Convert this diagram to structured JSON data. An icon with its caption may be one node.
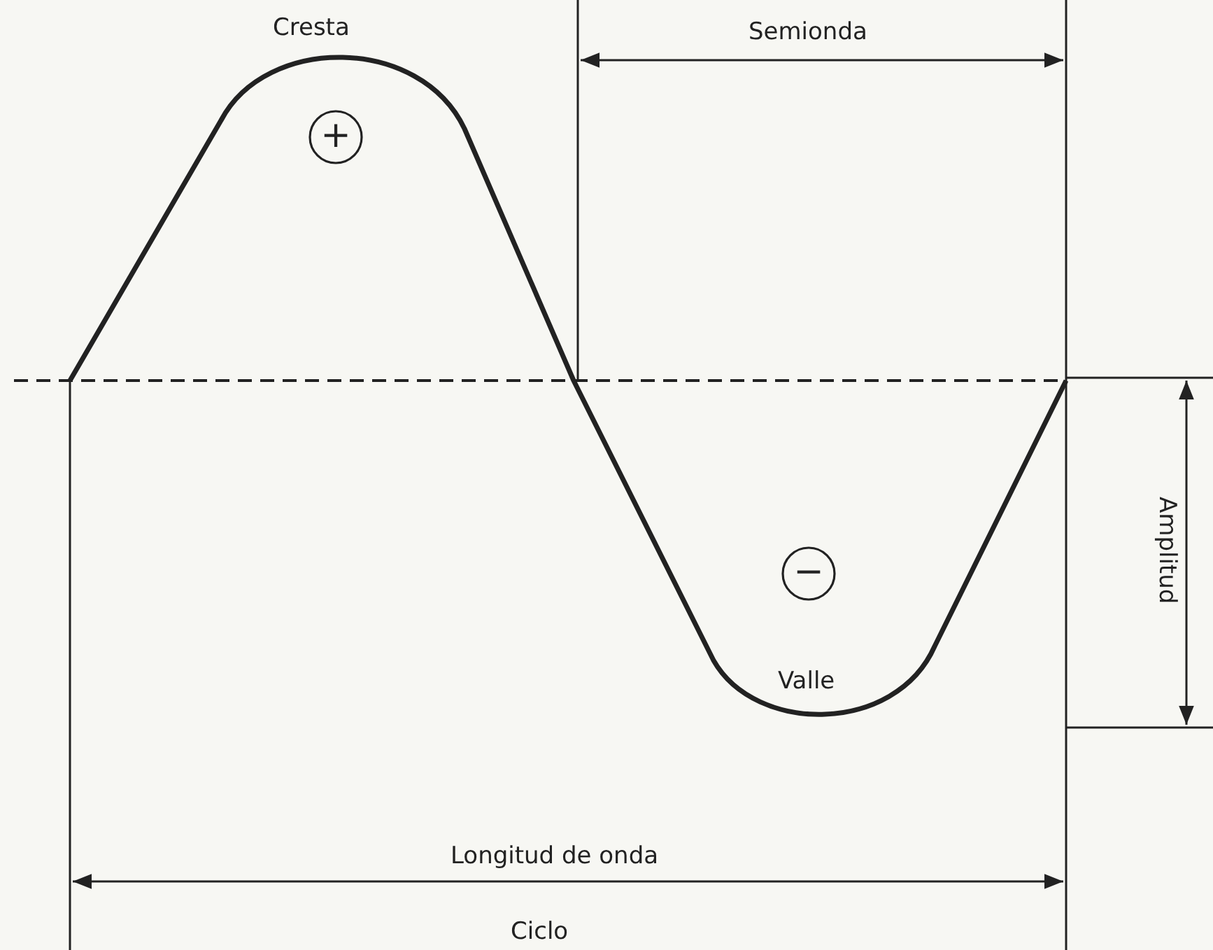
{
  "diagram": {
    "nodes": [
      {
        "text": [
          "+"
        ]
      },
      {
        "text": [
          "−"
        ]
      }
    ],
    "edges": [],
    "labels": [
      "Cresta",
      "Semionda",
      "Valle",
      "Amplitud",
      "Longitud de onda",
      "Ciclo"
    ]
  }
}
